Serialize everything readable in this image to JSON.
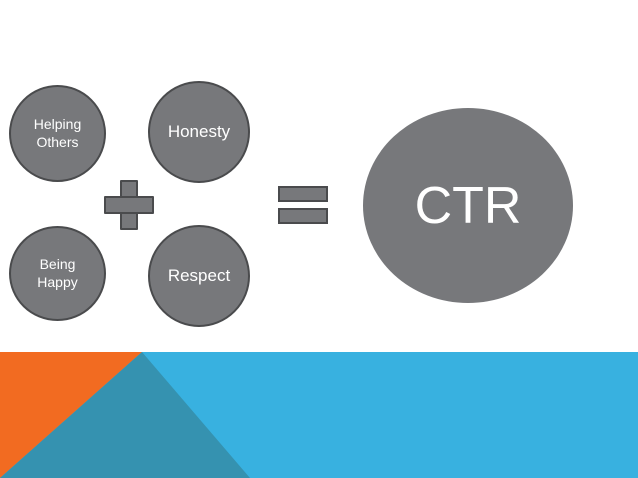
{
  "diagram": {
    "circles": {
      "helping": "Helping\nOthers",
      "honesty": "Honesty",
      "being": "Being\nHappy",
      "respect": "Respect",
      "result": "CTR"
    },
    "operators": {
      "plus": "plus-icon",
      "equals": "equals-icon"
    }
  },
  "colors": {
    "circle_fill": "#77787b",
    "circle_border": "#4a4b4d",
    "footer_blue": "#38b1e0",
    "footer_orange": "#f26b21",
    "footer_teal": "#3592b0"
  }
}
